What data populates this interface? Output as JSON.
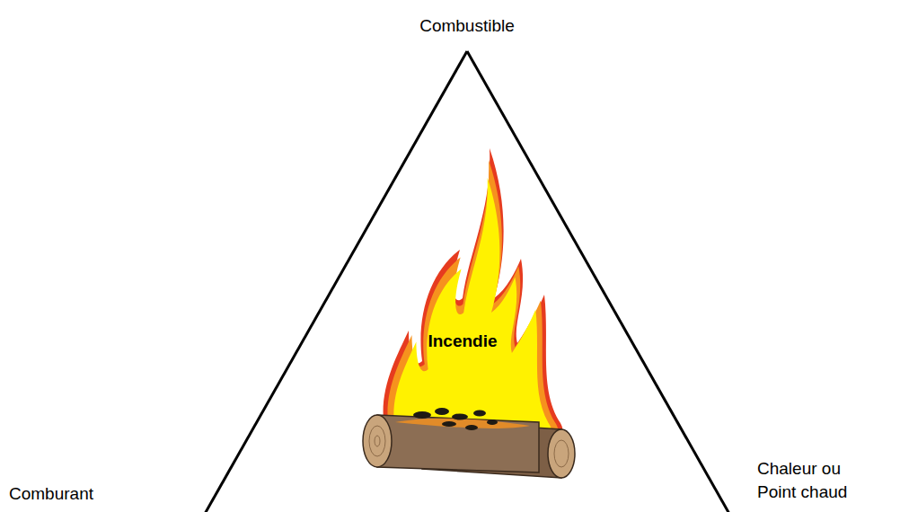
{
  "diagram": {
    "labels": [
      "Combustible",
      "Incendie",
      "Comburant",
      "Chaleur ou Point chaud"
    ]
  }
}
